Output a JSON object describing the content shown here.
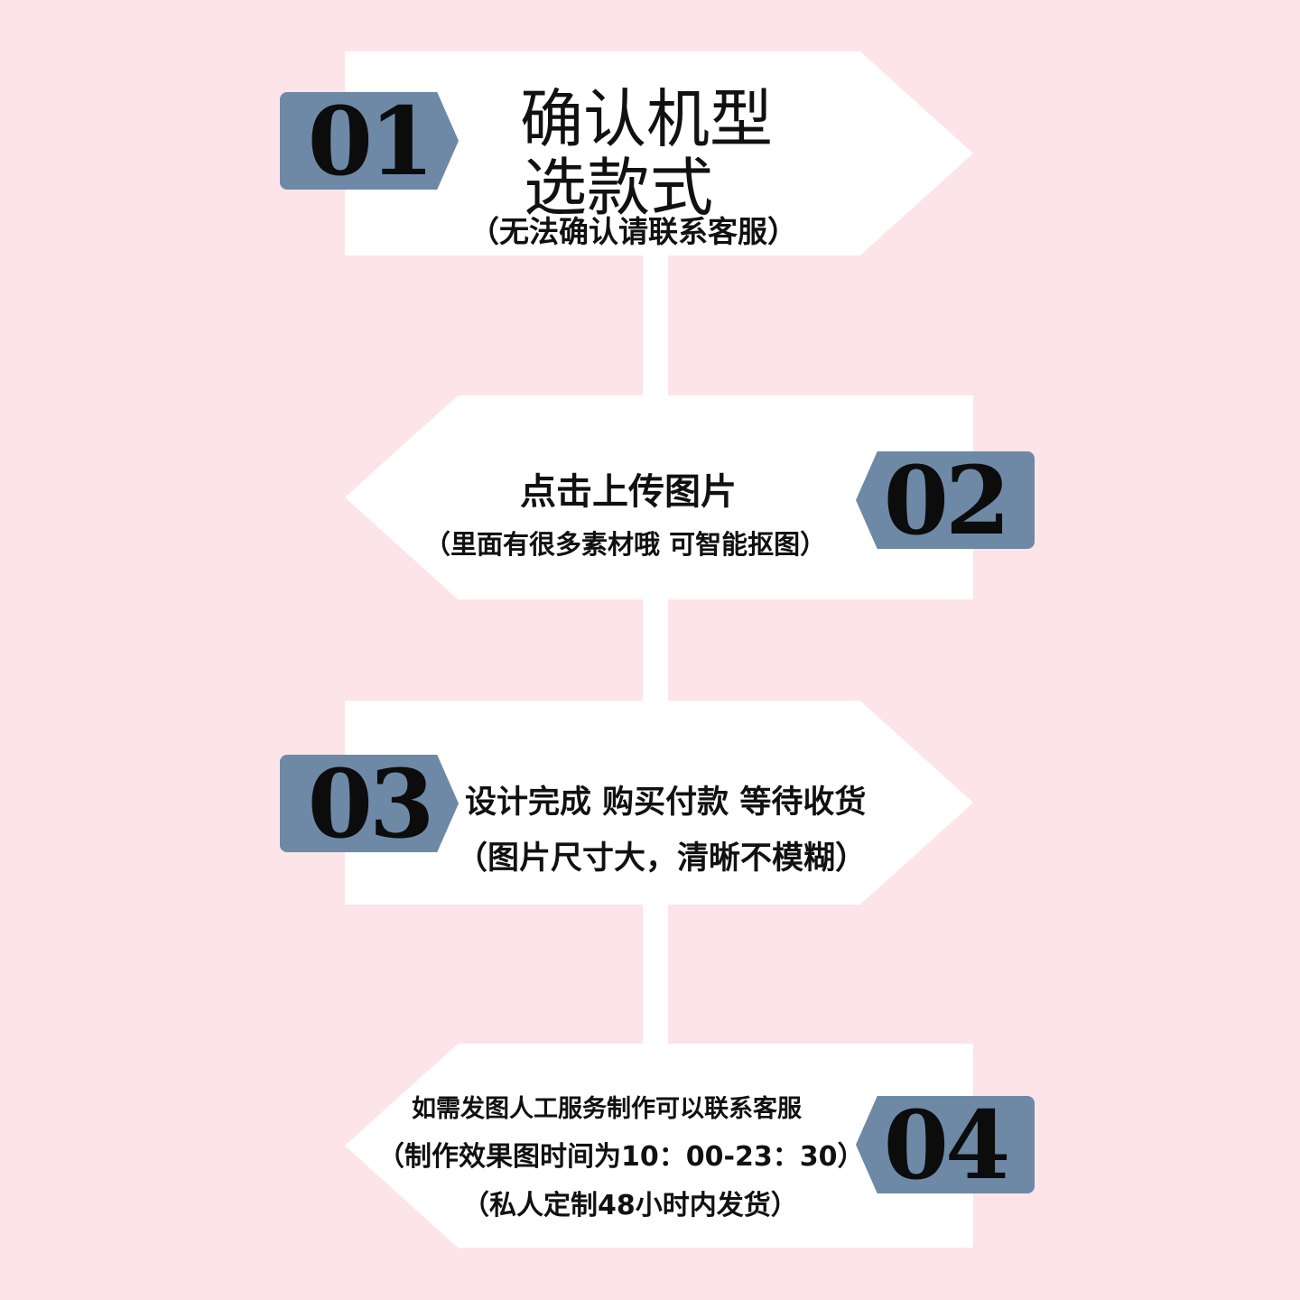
{
  "steps": [
    {
      "number": "01",
      "title_line1": "确认机型",
      "title_line2": "选款式",
      "note": "（无法确认请联系客服）"
    },
    {
      "number": "02",
      "title": "点击上传图片",
      "note": "（里面有很多素材哦  可智能抠图）"
    },
    {
      "number": "03",
      "title": "设计完成  购买付款  等待收货",
      "note": "（图片尺寸大，清晰不模糊）"
    },
    {
      "number": "04",
      "line1": "如需发图人工服务制作可以联系客服",
      "line2": "（制作效果图时间为10：00-23：30）",
      "line3": "（私人定制48小时内发货）"
    }
  ],
  "colors": {
    "background": "#fce4e9",
    "card": "#ffffff",
    "tag": "#6e89a6",
    "text": "#111111"
  }
}
